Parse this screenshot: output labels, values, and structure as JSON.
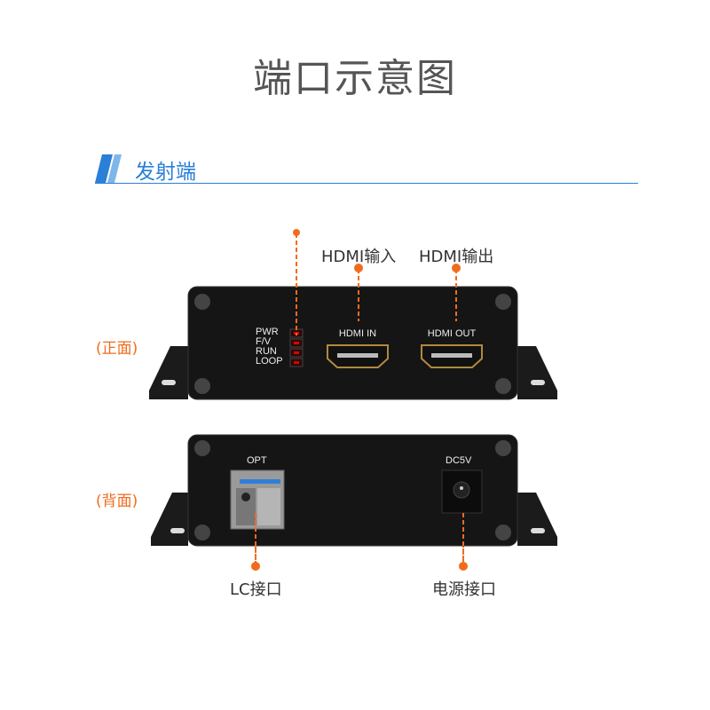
{
  "title": "端口示意图",
  "section": {
    "title": "发射端"
  },
  "front": {
    "view_label": "(正面)",
    "leds": [
      "PWR",
      "F/V",
      "RUN",
      "LOOP"
    ],
    "port_in_label": "HDMI IN",
    "port_out_label": "HDMI OUT",
    "callout_in": "HDMI输入",
    "callout_out": "HDMI输出"
  },
  "back": {
    "view_label": "(背面)",
    "opt_label": "OPT",
    "dc_label": "DC5V",
    "callout_lc": "LC接口",
    "callout_power": "电源接口"
  },
  "colors": {
    "accent": "#f26b1d",
    "brand_blue": "#2a7fd6",
    "device": "#1a1a1a"
  }
}
